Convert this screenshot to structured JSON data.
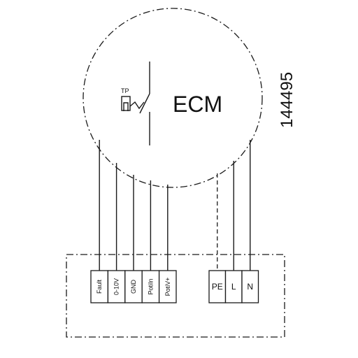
{
  "motor": {
    "label": "ECM",
    "thermal_protector_label": "TP"
  },
  "drawing_number": "144495",
  "control_terminals": [
    "Fault",
    "0-10V",
    "GND",
    "PotiIn",
    "PotiV+"
  ],
  "power_terminals": [
    "PE",
    "L",
    "N"
  ],
  "colors": {
    "ink": "#1a1a1a",
    "background": "#ffffff"
  }
}
